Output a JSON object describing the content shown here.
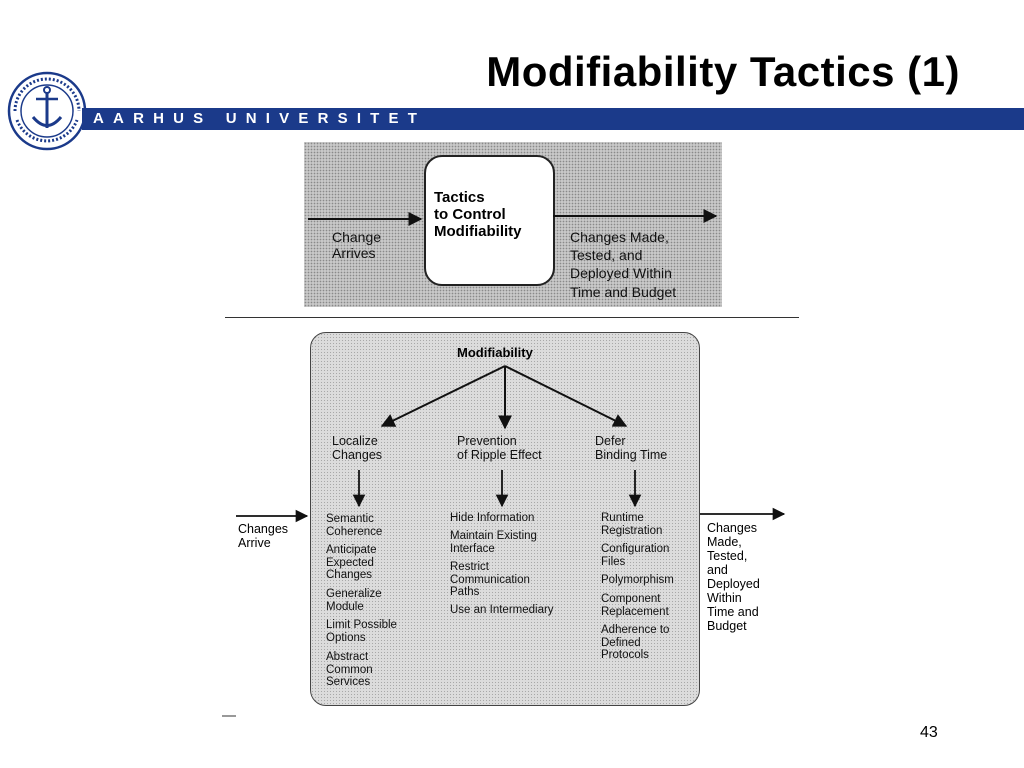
{
  "slide": {
    "title": "Modifiability Tactics (1)",
    "banner_text": "AARHUS UNIVERSITET",
    "page_number": "43",
    "banner_color": "#1b3a8a"
  },
  "seal": {
    "icon": "university-seal-icon",
    "motto": "SOLIDUM PETIT IN PROFUNDIS",
    "name": "UNIVERSITAS ARHUSIENSIS"
  },
  "top_figure": {
    "left_label": "Change\nArrives",
    "center_label": "Tactics\nto Control\nModifiability",
    "right_label": "Changes Made,\nTested, and\nDeployed Within\nTime and Budget"
  },
  "bottom_figure": {
    "root": "Modifiability",
    "left_label": "Changes\nArrive",
    "right_label": "Changes\nMade,\nTested,\nand\nDeployed\nWithin\nTime and\nBudget",
    "categories": [
      {
        "label": "Localize\nChanges",
        "tactics": [
          "Semantic\n  Coherence",
          "Anticipate\n  Expected\n  Changes",
          "Generalize\n  Module",
          "Limit Possible\n  Options",
          "Abstract\n  Common\n  Services"
        ]
      },
      {
        "label": "Prevention\nof Ripple Effect",
        "tactics": [
          "Hide Information",
          "Maintain Existing\n  Interface",
          "Restrict\n  Communication\n  Paths",
          "Use an Intermediary"
        ]
      },
      {
        "label": "Defer\nBinding Time",
        "tactics": [
          "Runtime\n  Registration",
          "Configuration\n  Files",
          "Polymorphism",
          "Component\n  Replacement",
          "Adherence to\n  Defined\n  Protocols"
        ]
      }
    ]
  }
}
